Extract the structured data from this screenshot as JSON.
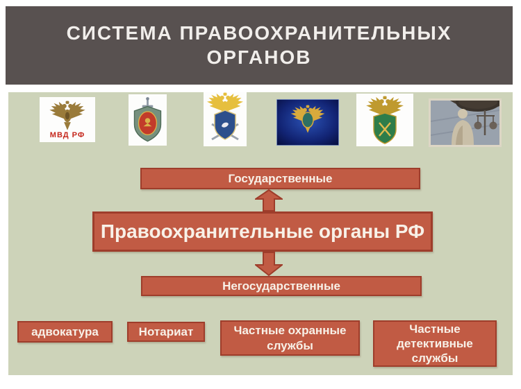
{
  "slide": {
    "title_line1": "СИСТЕМА ПРАВООХРАНИТЕЛЬНЫХ",
    "title_line2": "ОРГАНОВ"
  },
  "emblems": [
    {
      "name": "mvd-emblem",
      "caption": "МВД РФ"
    },
    {
      "name": "fsb-emblem"
    },
    {
      "name": "investigative-committee-emblem"
    },
    {
      "name": "justice-ministry-emblem"
    },
    {
      "name": "customs-emblem"
    },
    {
      "name": "themis-statue-photo"
    }
  ],
  "diagram": {
    "state_box": "Государственные",
    "root_box": "Правоохранительные органы РФ",
    "nonstate_box": "Негосударственные",
    "leaves": [
      {
        "label": "адвокатура"
      },
      {
        "label": "Нотариат"
      },
      {
        "label": "Частные охранные\nслужбы"
      },
      {
        "label": "Частные\nдетективные\nслужбы"
      }
    ]
  },
  "colors": {
    "page_bg": "#ffffff",
    "header_bg": "#585150",
    "content_bg": "#cdd3b9",
    "box_fill": "#c15b44",
    "box_border": "#9e3d2b",
    "box_text": "#f8f1e8",
    "title_text": "#f1eeeb",
    "mvd_caption": "#c5271c"
  }
}
